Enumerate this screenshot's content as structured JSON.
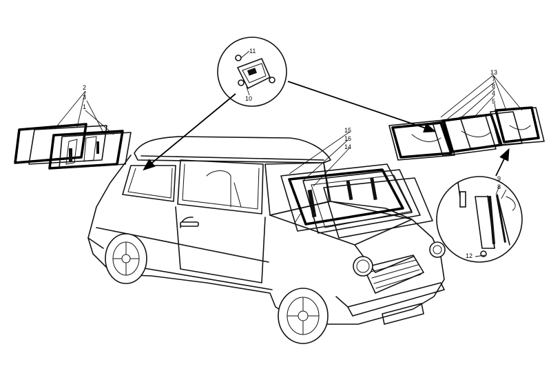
{
  "callouts": {
    "c1": "1",
    "c2": "2",
    "c3": "3",
    "c4": "4",
    "c5": "5",
    "c7": "7",
    "c8": "8",
    "c8b": "8",
    "c9": "9",
    "c10": "10",
    "c11": "11",
    "c12": "12",
    "c13": "13",
    "c14": "14",
    "c15": "15",
    "c16": "16"
  }
}
